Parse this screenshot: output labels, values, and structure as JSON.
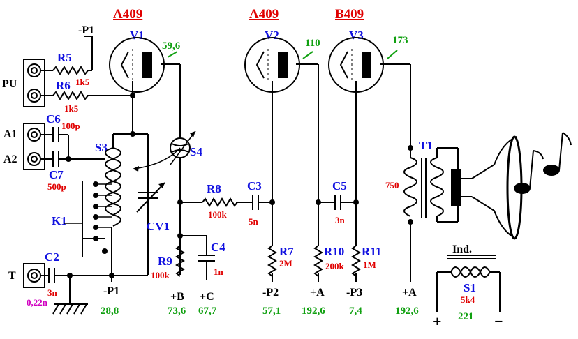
{
  "tubes": [
    {
      "type": "A409",
      "ref": "V1",
      "anode_v": "59,6"
    },
    {
      "type": "A409",
      "ref": "V2",
      "anode_v": "110"
    },
    {
      "type": "B409",
      "ref": "V3",
      "anode_v": "173"
    }
  ],
  "resistors": {
    "r5": {
      "ref": "R5",
      "value": "1k5"
    },
    "r6": {
      "ref": "R6",
      "value": "1k5"
    },
    "r7": {
      "ref": "R7",
      "value": "2M"
    },
    "r8": {
      "ref": "R8",
      "value": "100k"
    },
    "r9": {
      "ref": "R9",
      "value": "100k"
    },
    "r10": {
      "ref": "R10",
      "value": "200k"
    },
    "r11": {
      "ref": "R11",
      "value": "1M"
    }
  },
  "capacitors": {
    "c2": {
      "ref": "C2",
      "value": "3n",
      "alt": "0,22n"
    },
    "c3": {
      "ref": "C3",
      "value": "5n"
    },
    "c4": {
      "ref": "C4",
      "value": "1n"
    },
    "c5": {
      "ref": "C5",
      "value": "3n"
    },
    "c6": {
      "ref": "C6",
      "value": "100p"
    },
    "c7": {
      "ref": "C7",
      "value": "500p"
    }
  },
  "parts": {
    "s3": "S3",
    "s4": "S4",
    "k1": "K1",
    "cv1": "CV1",
    "t1": "T1",
    "t1_value": "750",
    "ind": "Ind.",
    "s1": "S1",
    "s1_value": "5k4",
    "s1_voltage": "221"
  },
  "terminals": {
    "pu": "PU",
    "a1": "A1",
    "a2": "A2",
    "t": "T",
    "p1_top": "-P1"
  },
  "supplies": [
    {
      "label": "-P1",
      "voltage": "28,8"
    },
    {
      "label": "+B",
      "voltage": "73,6"
    },
    {
      "label": "+C",
      "voltage": "67,7"
    },
    {
      "label": "-P2",
      "voltage": "57,1"
    },
    {
      "label": "+A",
      "voltage": "192,6"
    },
    {
      "label": "-P3",
      "voltage": "7,4"
    },
    {
      "label": "+A",
      "voltage": "192,6"
    }
  ],
  "polarity": {
    "plus": "+",
    "minus": "−"
  }
}
